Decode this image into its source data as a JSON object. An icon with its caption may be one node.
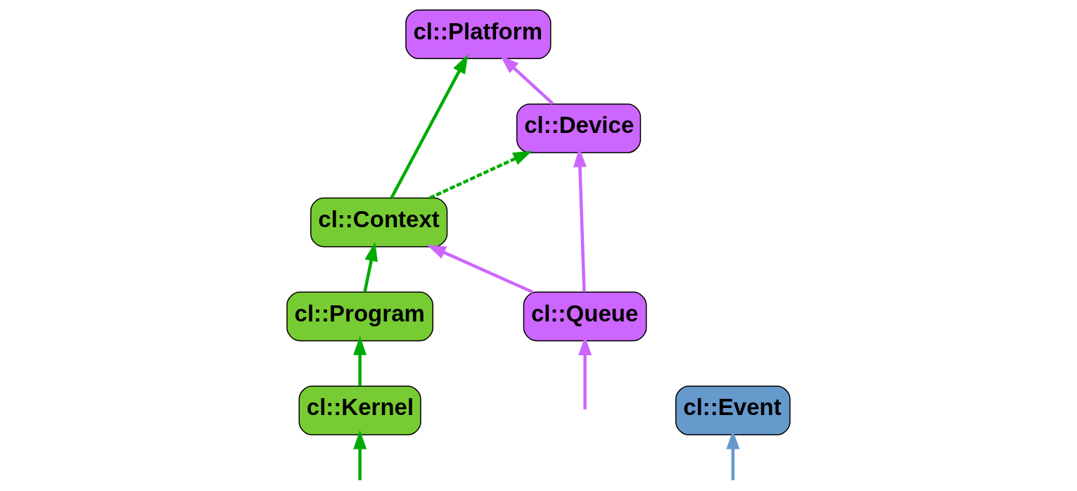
{
  "diagram": {
    "nodes": [
      {
        "text": [
          "cl::Platform"
        ]
      },
      {
        "text": [
          "cl::Device"
        ]
      },
      {
        "text": [
          "cl::Queue"
        ]
      },
      {
        "text": [
          "cl::Context"
        ]
      },
      {
        "text": [
          "cl::Program"
        ]
      },
      {
        "text": [
          "cl::Kernel"
        ]
      },
      {
        "text": [
          "cl::Event"
        ]
      }
    ],
    "edges": [
      {
        "from": 3,
        "to": 0,
        "arrow": "to",
        "color": "#00aa00"
      },
      {
        "from": 3,
        "to": 1,
        "arrow": "to",
        "style": "dashed",
        "color": "#00aa00"
      },
      {
        "from": 1,
        "to": 0,
        "arrow": "to",
        "color": "#cc66ff"
      },
      {
        "from": 2,
        "to": 1,
        "arrow": "to",
        "color": "#cc66ff"
      },
      {
        "from": 2,
        "to": 3,
        "arrow": "to",
        "color": "#cc66ff"
      },
      {
        "from": 4,
        "to": 3,
        "arrow": "to",
        "color": "#00aa00"
      },
      {
        "from": 5,
        "to": 4,
        "arrow": "to",
        "color": "#00aa00"
      },
      {
        "from": null,
        "to": 2,
        "arrow": "to",
        "color": "#cc66ff"
      },
      {
        "from": null,
        "to": 5,
        "arrow": "to",
        "color": "#00aa00"
      },
      {
        "from": null,
        "to": 6,
        "arrow": "to",
        "color": "#6699cc"
      }
    ]
  }
}
